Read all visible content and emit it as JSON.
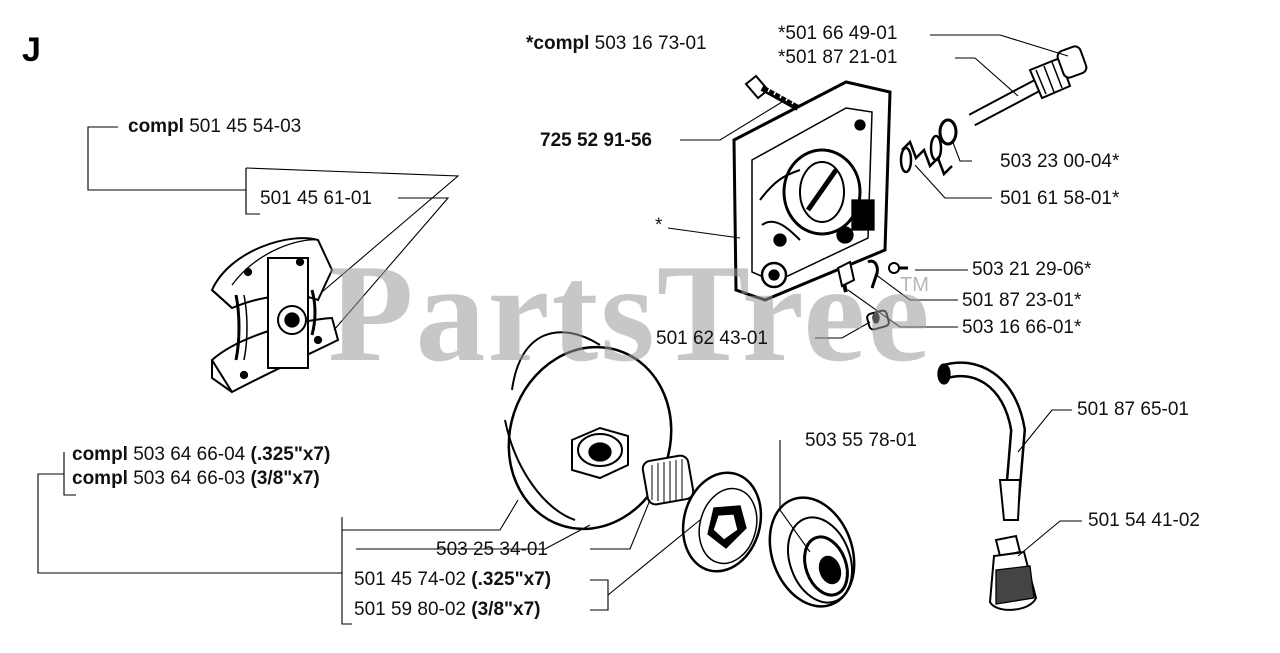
{
  "section_letter": "J",
  "watermark": {
    "text": "PartsTree",
    "tm": "TM"
  },
  "labels": {
    "pump_compl": {
      "bold": "*compl",
      "num": "503 16 73-01"
    },
    "p_501_66_49": "*501 66 49-01",
    "p_501_87_21": "*501 87 21-01",
    "p_725_52_91": "725 52 91-56",
    "p_503_23_00": "503 23 00-04*",
    "p_501_61_58": "501 61 58-01*",
    "asterisk": "*",
    "p_503_21_29": "503 21 29-06*",
    "p_501_87_23": "501 87 23-01*",
    "p_503_16_66": "503 16 66-01*",
    "p_501_62_43": "501 62 43-01",
    "p_501_87_65": "501 87 65-01",
    "p_501_54_41": "501 54 41-02",
    "p_503_55_78": "503 55 78-01",
    "clutch_compl": {
      "bold": "compl",
      "num": "501 45 54-03"
    },
    "p_501_45_61": "501 45 61-01",
    "drum_compl_325": {
      "bold": "compl",
      "num": "503 64 66-04",
      "spec": "(.325\"x7)"
    },
    "drum_compl_38": {
      "bold": "compl",
      "num": "503 64 66-03",
      "spec": "(3/8\"x7)"
    },
    "p_503_25_34": "503 25 34-01",
    "rim_325": {
      "num": "501 45 74-02",
      "spec": "(.325\"x7)"
    },
    "rim_38": {
      "num": "501 59 80-02",
      "spec": "(3/8\"x7)"
    }
  }
}
